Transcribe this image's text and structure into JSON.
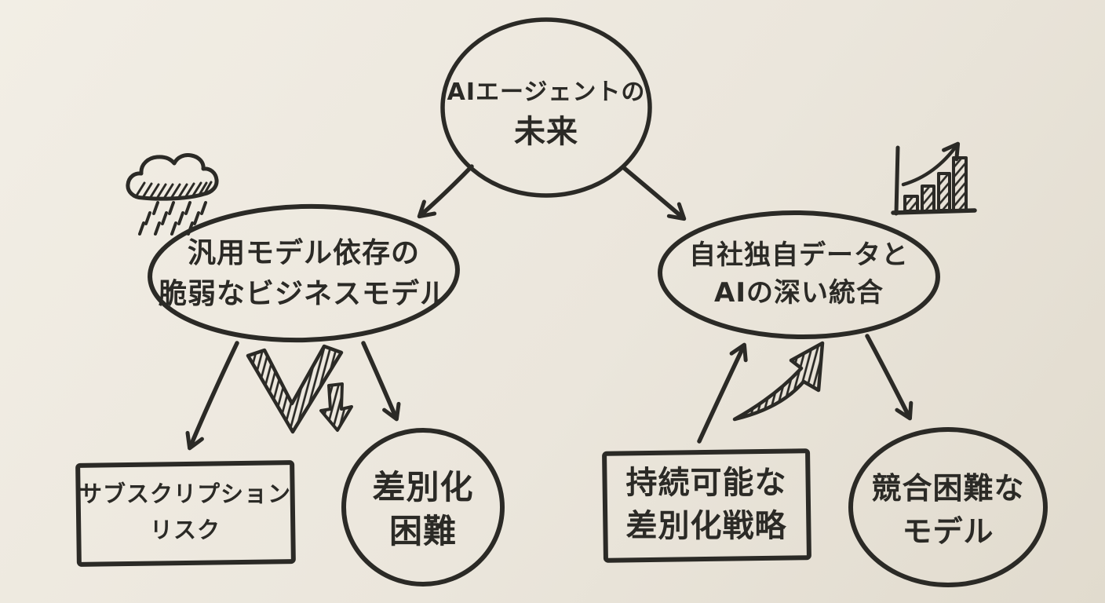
{
  "colors": {
    "paper": "#f2eee5",
    "paper_edge": "#e1dbce",
    "ink": "#2b2a26"
  },
  "diagram": {
    "kind": "hand-drawn mind map",
    "nodes": {
      "root": {
        "line1": "AIエージェントの",
        "line2": "未来",
        "shape": "circle"
      },
      "fragile_model": {
        "line1": "汎用モデル依存の",
        "line2": "脆弱なビジネスモデル",
        "shape": "oval"
      },
      "data_integration": {
        "line1": "自社独自データと",
        "line2": "AIの深い統合",
        "shape": "oval"
      },
      "subscription_risk": {
        "line1": "サブスクリプション",
        "line2": "リスク",
        "shape": "rectangle"
      },
      "differentiation_difficulty": {
        "line1": "差別化",
        "line2": "困難",
        "shape": "circle"
      },
      "sustainable_strategy": {
        "line1": "持続可能な",
        "line2": "差別化戦略",
        "shape": "rectangle"
      },
      "moat_model": {
        "line1": "競合困難な",
        "line2": "モデル",
        "shape": "oval"
      }
    },
    "edges": [
      {
        "from": "root",
        "to": "fragile_model"
      },
      {
        "from": "root",
        "to": "data_integration"
      },
      {
        "from": "fragile_model",
        "to": "subscription_risk"
      },
      {
        "from": "fragile_model",
        "to": "differentiation_difficulty"
      },
      {
        "from": "sustainable_strategy",
        "to": "data_integration"
      },
      {
        "from": "data_integration",
        "to": "moat_model"
      }
    ],
    "icons": {
      "rain_cloud": "rain-cloud-icon",
      "growth_chart": "growth-chart-icon",
      "down_chevron": "down-chevron-icon",
      "down_block_arrow": "down-block-arrow-icon",
      "upward_swoosh": "upward-swoosh-arrow-icon"
    }
  }
}
